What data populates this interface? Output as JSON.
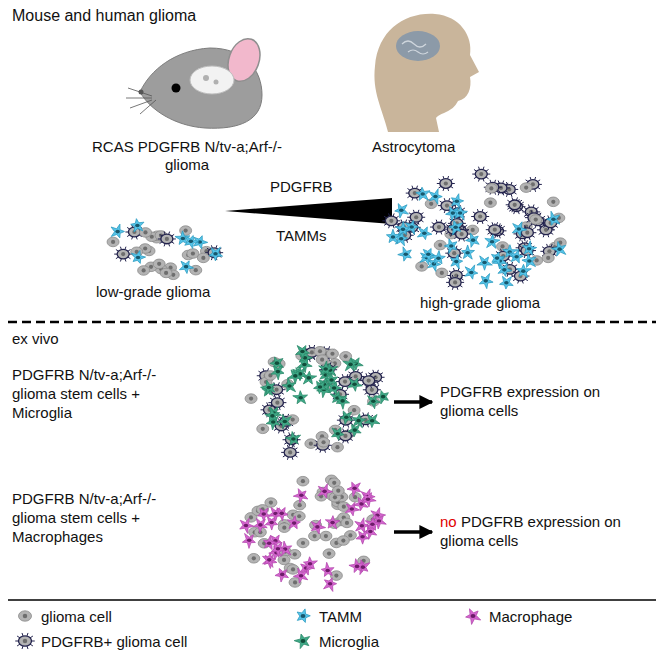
{
  "diagram": {
    "nodes": [
      {
        "text": [
          "PDGFRB N/tv-a;Arf-/- glioma stem cells + Microglia"
        ]
      },
      {
        "text": [
          "PDGFRB expression on glioma cells"
        ]
      },
      {
        "text": [
          "PDGFRB N/tv-a;Arf-/- glioma stem cells + Macrophages"
        ]
      },
      {
        "text": [
          "no",
          "PDGFRB expression on glioma cells"
        ]
      }
    ],
    "edges": [
      {
        "from": 0,
        "to": 1,
        "arrow": "to"
      },
      {
        "from": 2,
        "to": 3,
        "arrow": "to"
      }
    ],
    "labels": [
      "Mouse and human glioma",
      "RCAS PDGFRB N/tv-a;Arf-/- glioma",
      "Astrocytoma",
      "PDGFRB",
      "TAMMs",
      "low-grade glioma",
      "high-grade glioma",
      "ex vivo"
    ],
    "legend": [
      {
        "text": "glioma cell"
      },
      {
        "text": "TAMM"
      },
      {
        "text": "Macrophage"
      },
      {
        "text": "PDGFRB+ glioma cell"
      },
      {
        "text": "Microglia"
      }
    ]
  }
}
